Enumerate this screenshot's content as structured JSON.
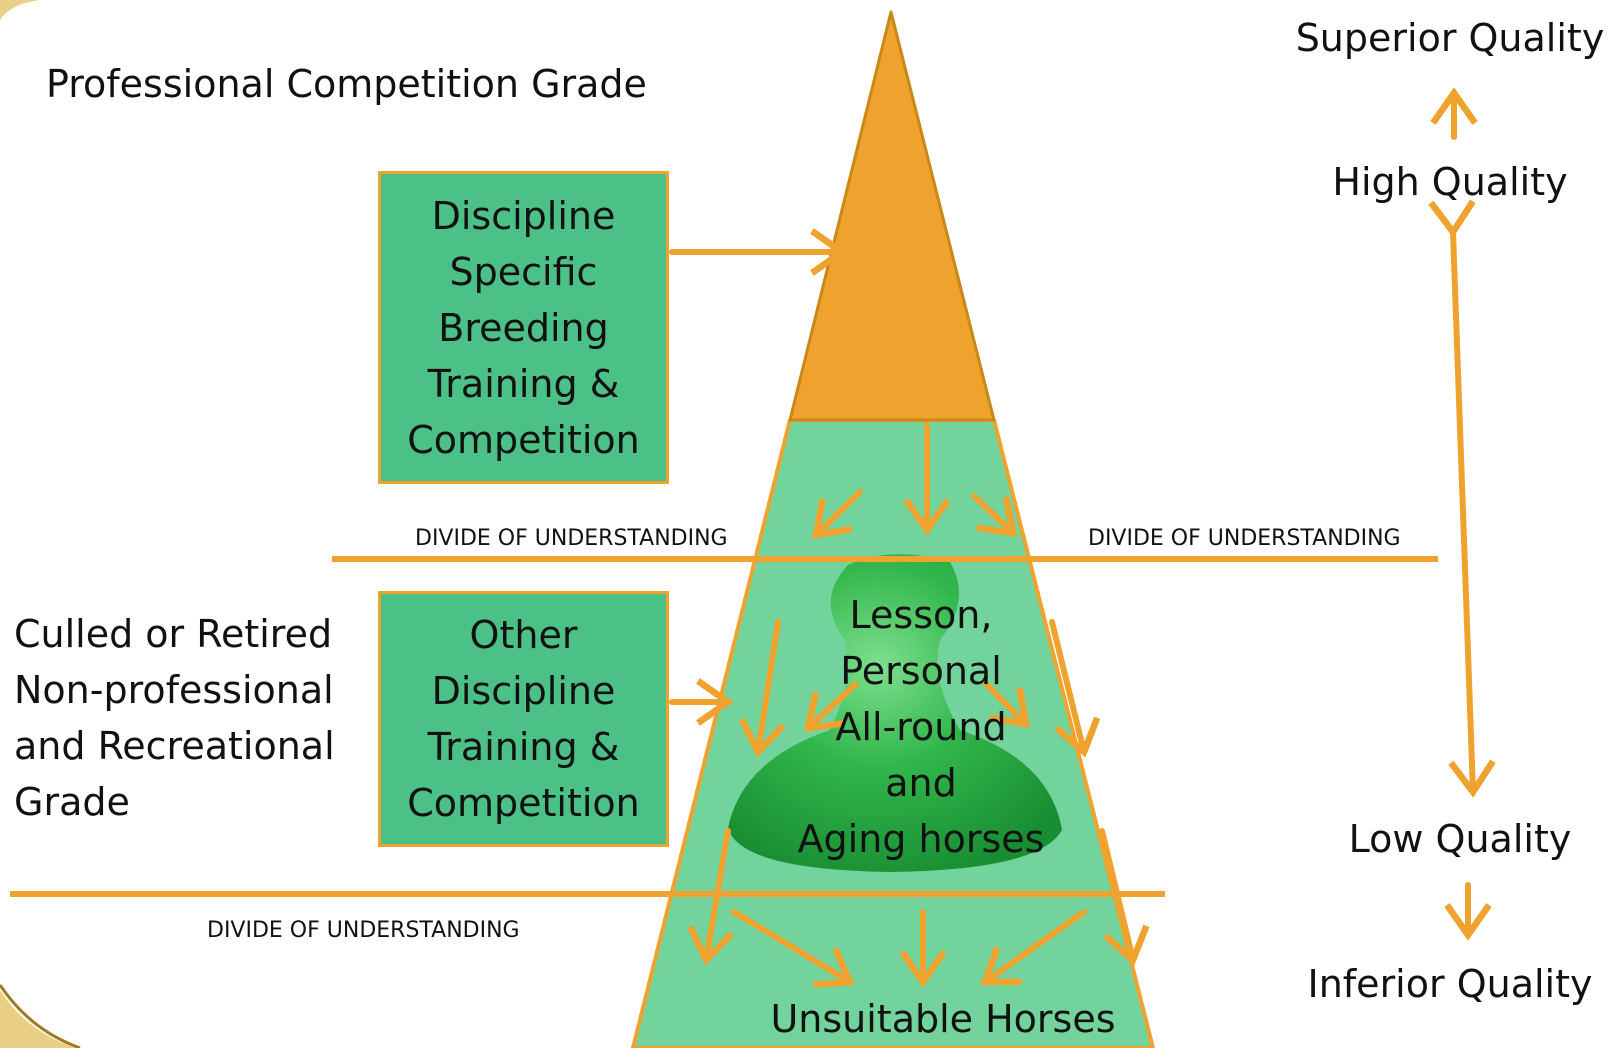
{
  "colors": {
    "orange": "#efa22e",
    "pyramid_green": "#72d49c",
    "box_green": "#4cc187",
    "horse_green": "#25a83d",
    "frame_gold": "#e9cf84"
  },
  "labels": {
    "professional_grade": "Professional Competition Grade",
    "non_professional_grade": [
      "Culled or Retired",
      "Non-professional",
      "and Recreational",
      "Grade"
    ],
    "divide_upper_left": "DIVIDE OF UNDERSTANDING",
    "divide_upper_right": "DIVIDE OF UNDERSTANDING",
    "divide_lower": "DIVIDE OF UNDERSTANDING"
  },
  "boxes": {
    "discipline_specific": [
      "Discipline",
      "Specific",
      "Breeding",
      "Training &",
      "Competition"
    ],
    "other_discipline": [
      "Other",
      "Discipline",
      "Training &",
      "Competition"
    ]
  },
  "pyramid": {
    "middle_tier": [
      "Lesson,",
      "Personal",
      "All-round",
      "and",
      "Aging horses"
    ],
    "bottom_tier": "Unsuitable Horses"
  },
  "quality_scale": {
    "superior": "Superior Quality",
    "high": "High Quality",
    "low": "Low Quality",
    "inferior": "Inferior Quality"
  }
}
